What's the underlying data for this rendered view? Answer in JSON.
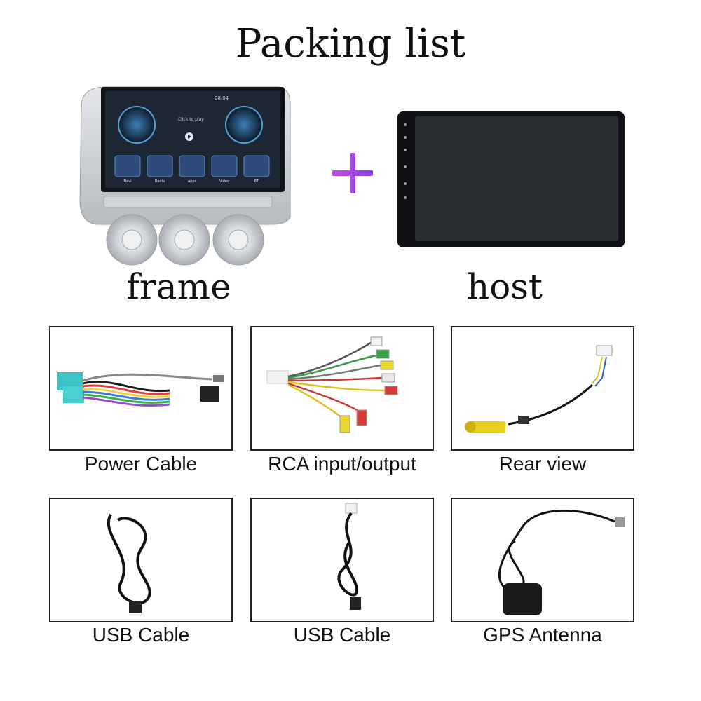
{
  "title": "Packing list",
  "top_items": {
    "frame_label": "frame",
    "host_label": "host",
    "plus_icon": "plus-icon"
  },
  "screen_ui": {
    "time": "08:04",
    "media_text": "Click to play",
    "apps": [
      "Navi",
      "Radio",
      "Apps",
      "Video",
      "BT"
    ]
  },
  "accessories": [
    {
      "label": "Power Cable",
      "icon": "wiring-harness-icon"
    },
    {
      "label": "RCA input/output",
      "icon": "rca-cable-icon"
    },
    {
      "label": "Rear view",
      "icon": "rear-view-cable-icon"
    },
    {
      "label": "USB Cable",
      "icon": "usb-cable-icon"
    },
    {
      "label": "USB Cable",
      "icon": "usb-cable-icon"
    },
    {
      "label": "GPS Antenna",
      "icon": "gps-antenna-icon"
    }
  ],
  "colors": {
    "plus": "#b04ae6",
    "frame": "#c9ccd0",
    "screen": "#1d2633",
    "border": "#222222"
  }
}
